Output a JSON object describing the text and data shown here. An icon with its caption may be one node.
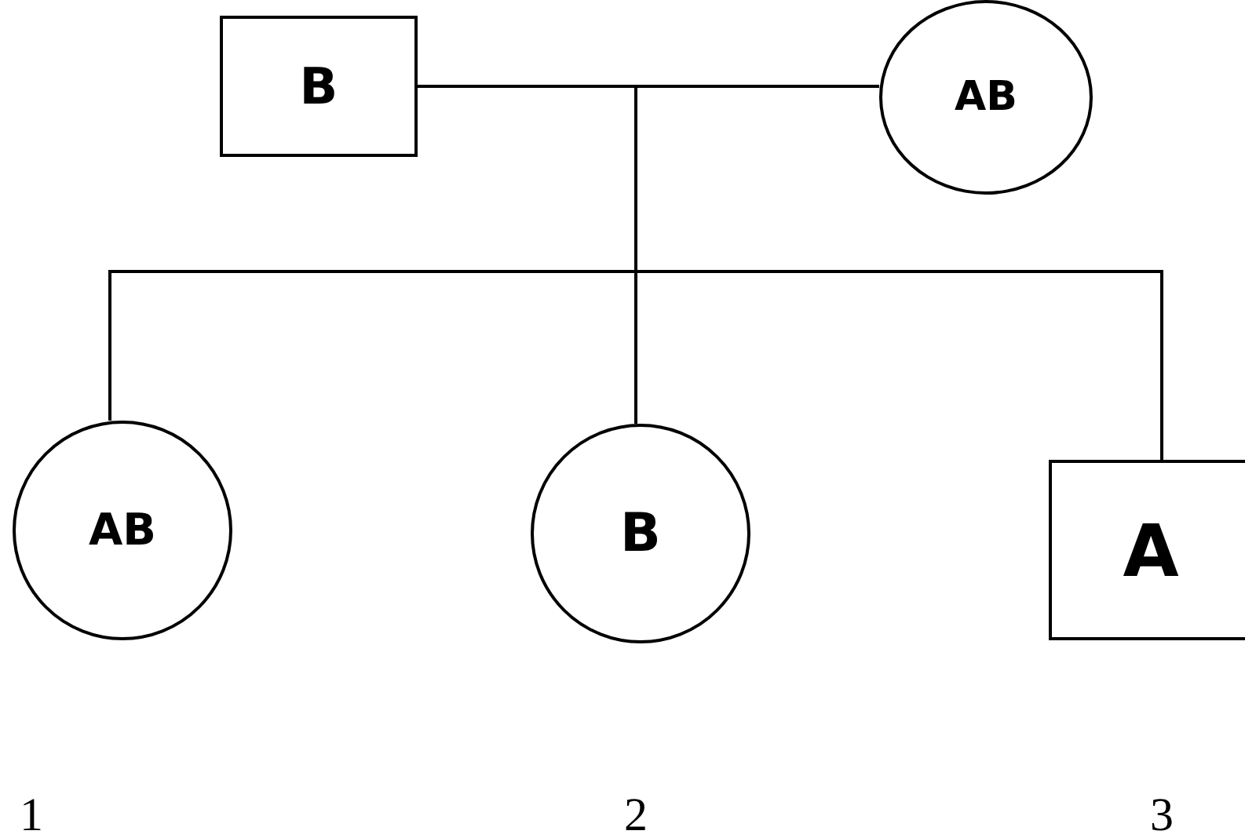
{
  "diagram": {
    "nodes": [
      {
        "text": [
          "B"
        ]
      },
      {
        "text": [
          "AB"
        ]
      },
      {
        "text": [
          "AB"
        ]
      },
      {
        "text": [
          "B"
        ]
      },
      {
        "text": [
          "A"
        ]
      }
    ],
    "edges": [
      {
        "from": 0,
        "to": 1,
        "arrow": "none"
      },
      {
        "from": 0,
        "to": 2,
        "arrow": "none"
      },
      {
        "from": 0,
        "to": 3,
        "arrow": "none"
      },
      {
        "from": 0,
        "to": 4,
        "arrow": "none"
      },
      {
        "from": 1,
        "to": 2,
        "arrow": "none"
      },
      {
        "from": 1,
        "to": 3,
        "arrow": "none"
      },
      {
        "from": 1,
        "to": 4,
        "arrow": "none"
      }
    ],
    "labels": [
      "1",
      "2",
      "3"
    ]
  }
}
